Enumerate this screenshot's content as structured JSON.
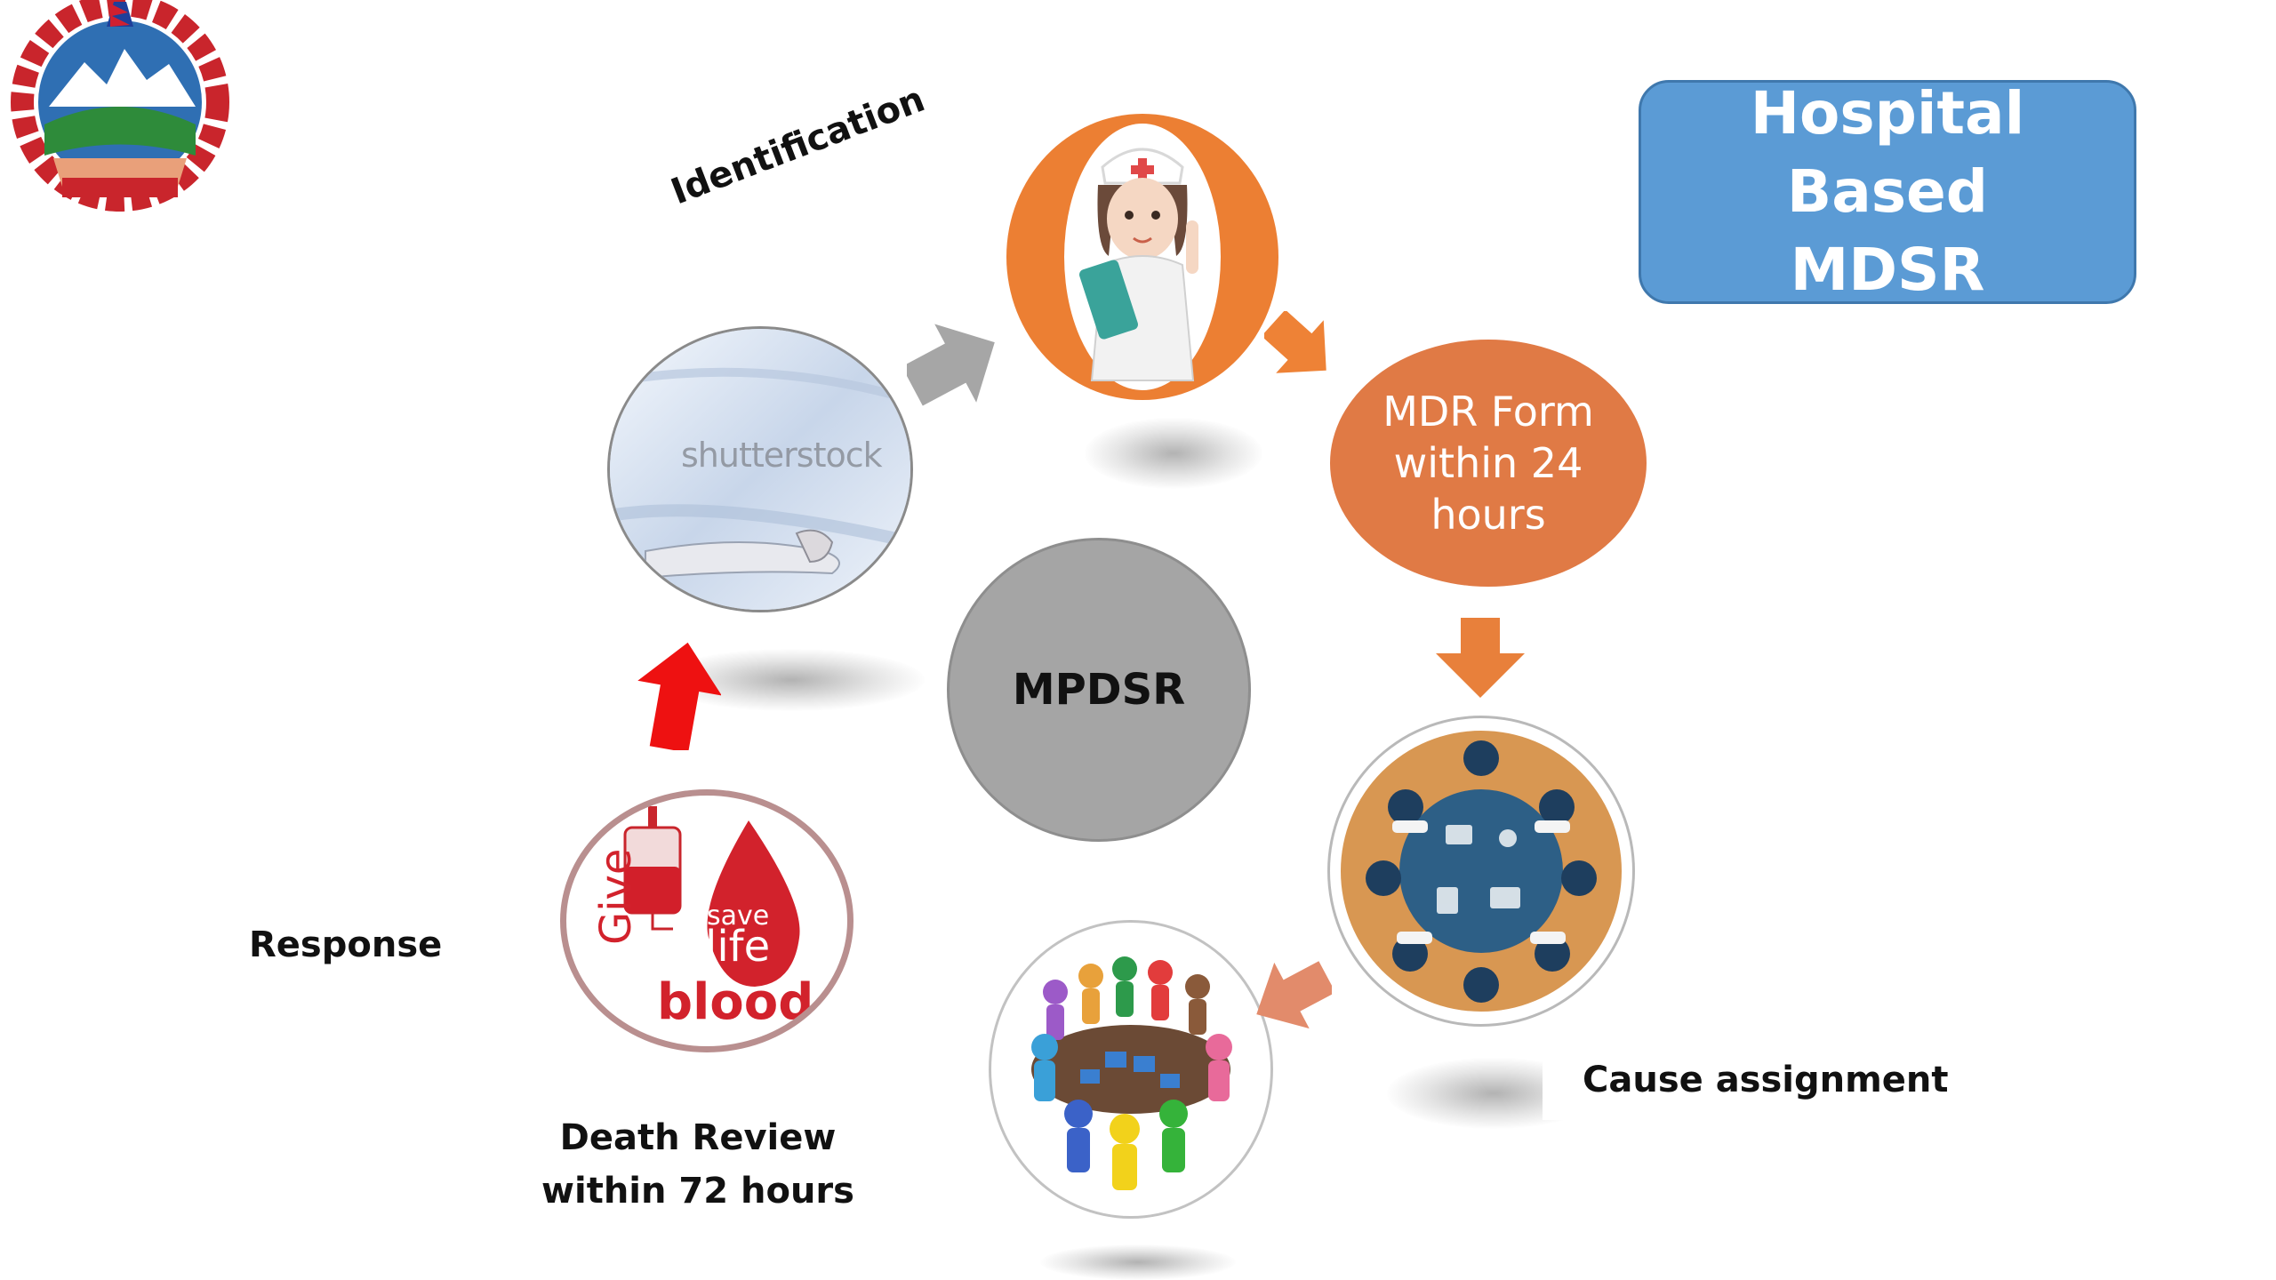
{
  "slide": {
    "title_line1": "Hospital Based",
    "title_line2": "MDSR",
    "center_label": "MPDSR",
    "stage_identification": "Identification",
    "stage_mdr_line1": "MDR Form",
    "stage_mdr_line2": "within 24",
    "stage_mdr_line3": "hours",
    "stage_cause": "Cause assignment",
    "stage_review_line1": "Death Review",
    "stage_review_line2": "within 72 hours",
    "stage_response": "Response",
    "watermark": "shutterstock",
    "blood_save": "save",
    "blood_life": "life",
    "blood_give": "Give",
    "blood_blood": "blood"
  },
  "colors": {
    "title_box": "#5b9bd5",
    "mdr_ellipse": "#e07a45",
    "nurse_ring": "#ec7f33",
    "center_circle": "#a5a5a5",
    "arrow_gray": "#a6a6a6",
    "arrow_orange": "#ee8236",
    "arrow_orange_dark": "#e8803b",
    "arrow_salmon": "#e28b6b",
    "arrow_red": "#ee1111"
  },
  "icons": [
    "emblem-icon",
    "nurse-icon",
    "body-photo-icon",
    "meeting-table-icon",
    "puzzle-team-icon",
    "blood-drop-icon",
    "blood-bag-icon"
  ]
}
